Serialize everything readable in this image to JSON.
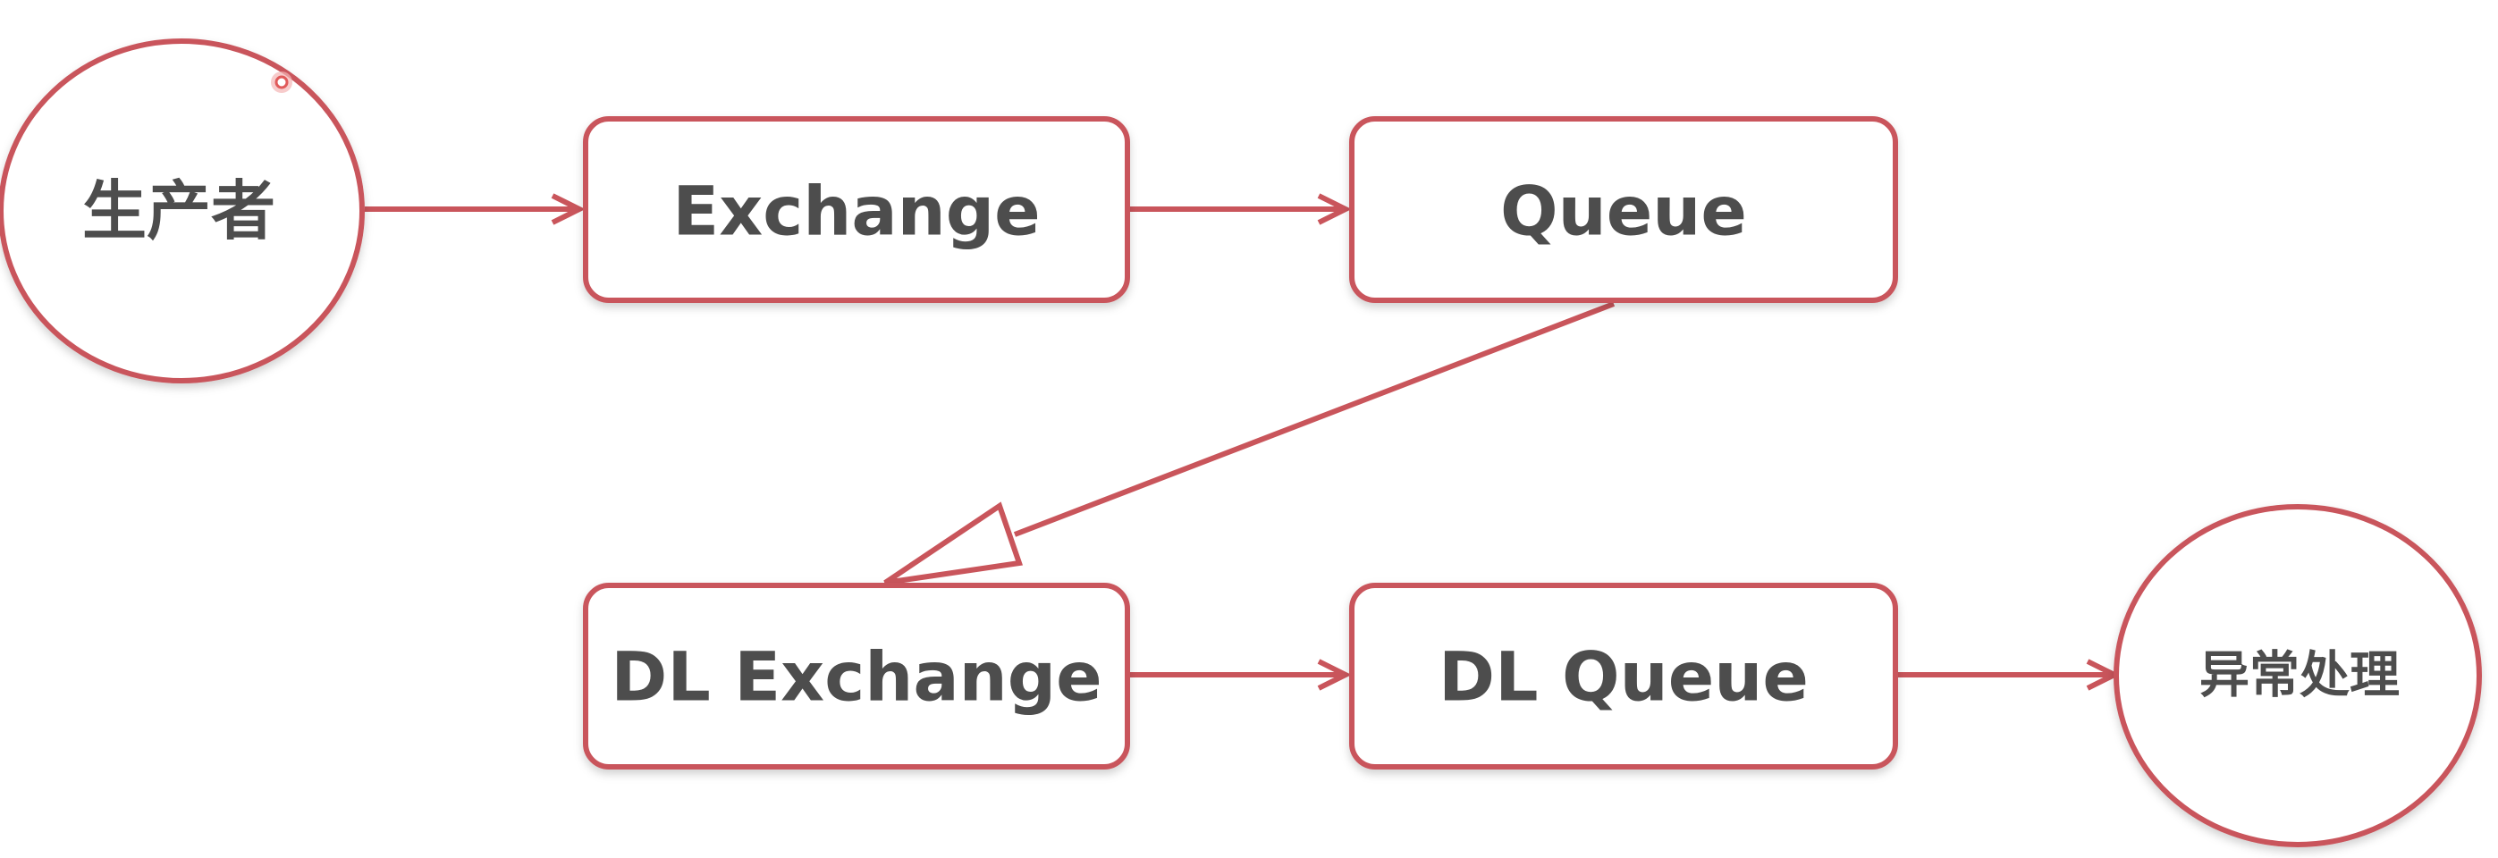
{
  "diagram": {
    "nodes": {
      "producer": "生产者",
      "exchange": "Exchange",
      "queue": "Queue",
      "dl_exchange": "DL Exchange",
      "dl_queue": "DL Queue",
      "handler": "异常处理"
    },
    "colors": {
      "stroke": "#c9555b",
      "text": "#4d4d4d",
      "cursor": "#e05a5a"
    }
  }
}
